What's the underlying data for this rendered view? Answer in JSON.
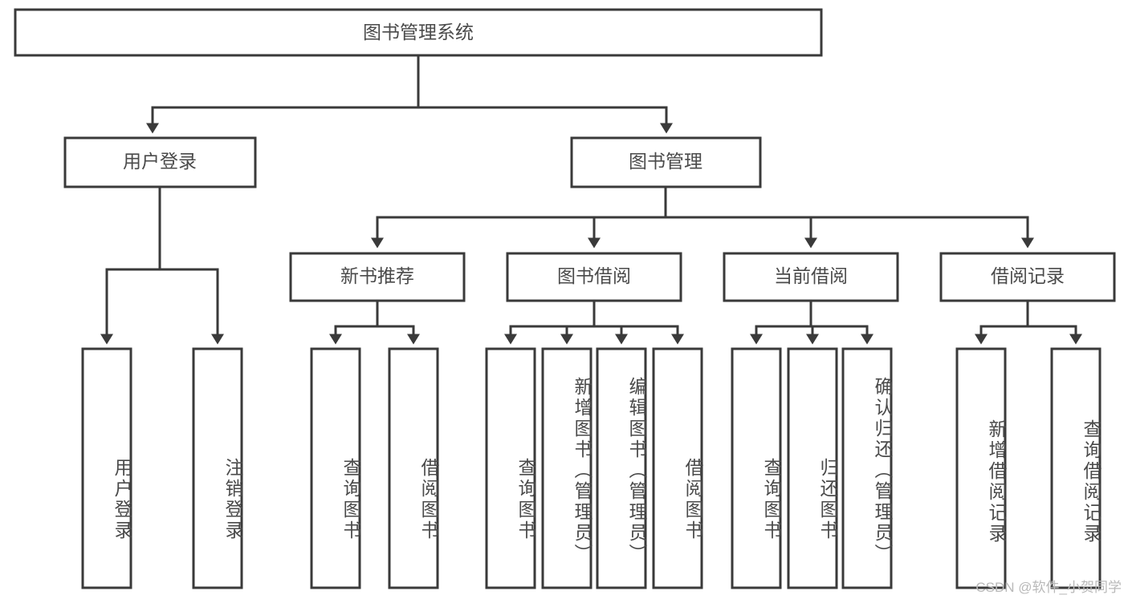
{
  "diagram": {
    "type": "tree-hierarchy",
    "root": {
      "label": "图书管理系统"
    },
    "level2": [
      {
        "label": "用户登录"
      },
      {
        "label": "图书管理"
      }
    ],
    "level3": [
      {
        "label": "新书推荐"
      },
      {
        "label": "图书借阅"
      },
      {
        "label": "当前借阅"
      },
      {
        "label": "借阅记录"
      }
    ],
    "leaves": [
      {
        "label": "用户登录"
      },
      {
        "label": "注销登录"
      },
      {
        "label": "查询图书"
      },
      {
        "label": "借阅图书"
      },
      {
        "label": "查询图书"
      },
      {
        "label": "新增图书（管理员）"
      },
      {
        "label": "编辑图书（管理员）"
      },
      {
        "label": "借阅图书"
      },
      {
        "label": "查询图书"
      },
      {
        "label": "归还图书"
      },
      {
        "label": "确认归还（管理员）"
      },
      {
        "label": "新增借阅记录"
      },
      {
        "label": "查询借阅记录"
      }
    ],
    "watermark": "CSDN @软件_小贺同学",
    "colors": {
      "stroke": "#3a3a3a",
      "text": "#4a4a4a",
      "fill": "#ffffff",
      "watermark": "#b9b9b9"
    }
  }
}
